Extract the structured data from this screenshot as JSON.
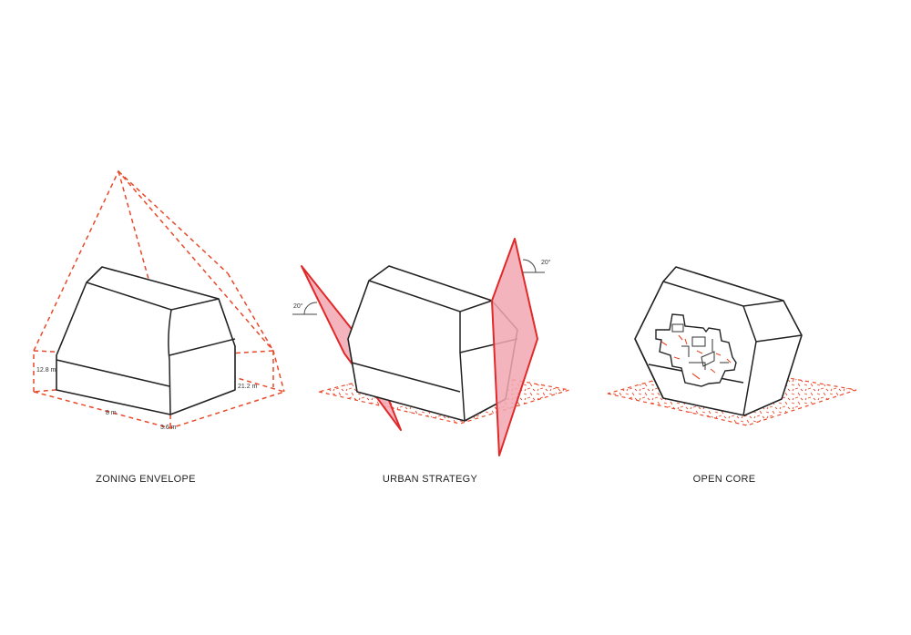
{
  "diagrams": [
    {
      "caption": "ZONING ENVELOPE",
      "dimensions": [
        "12.8 m",
        "21.2 m",
        "8 m",
        "3.6 m"
      ]
    },
    {
      "caption": "URBAN STRATEGY",
      "angles": [
        "20°",
        "20°"
      ]
    },
    {
      "caption": "OPEN CORE"
    }
  ],
  "colors": {
    "accent_red": "#e8492a",
    "plane_fill": "#f2a7b1",
    "line": "#222222"
  }
}
